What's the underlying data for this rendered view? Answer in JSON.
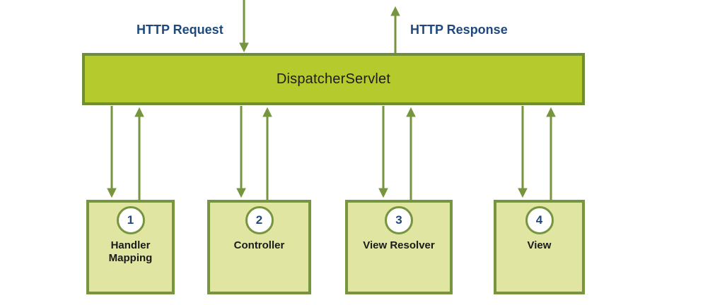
{
  "diagram": {
    "dispatcher_label": "DispatcherServlet",
    "http_request_label": "HTTP Request",
    "http_response_label": "HTTP Response",
    "boxes": [
      {
        "number": "1",
        "label": "Handler Mapping"
      },
      {
        "number": "2",
        "label": "Controller"
      },
      {
        "number": "3",
        "label": "View Resolver"
      },
      {
        "number": "4",
        "label": "View"
      }
    ],
    "colors": {
      "bar_fill": "#b5ca2d",
      "bar_border": "#6f8d39",
      "box_fill": "#e0e6a2",
      "box_border": "#77943e",
      "arrow": "#77943e",
      "http_label_text": "#1f497d",
      "number_text": "#1f497d",
      "dispatcher_text": "#1c1c1c",
      "box_label_text": "#1a1a1a"
    }
  }
}
